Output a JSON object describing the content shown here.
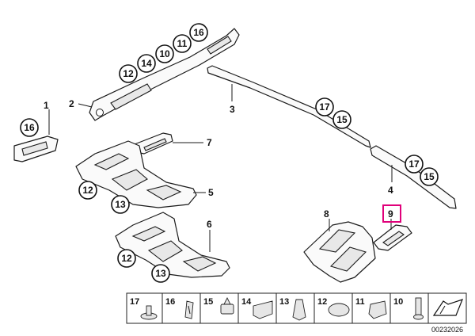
{
  "part_labels": {
    "p1": "1",
    "p2": "2",
    "p3": "3",
    "p4": "4",
    "p5": "5",
    "p6": "6",
    "p7": "7",
    "p8": "8",
    "p9": "9"
  },
  "callouts": {
    "top_16": "16",
    "top_11": "11",
    "top_10": "10",
    "top_14": "14",
    "top_12": "12",
    "left_16": "16",
    "strip3_17": "17",
    "strip3_15": "15",
    "strip4_17": "17",
    "strip4_15": "15",
    "c5_12": "12",
    "c5_13": "13",
    "c6_12": "12",
    "c6_13": "13"
  },
  "fastener_strip": [
    "17",
    "16",
    "15",
    "14",
    "13",
    "12",
    "11",
    "10"
  ],
  "reference_number": "00232026",
  "highlighted_part": "9",
  "colors": {
    "highlight": "#e0007a",
    "line": "#1a1a1a"
  }
}
